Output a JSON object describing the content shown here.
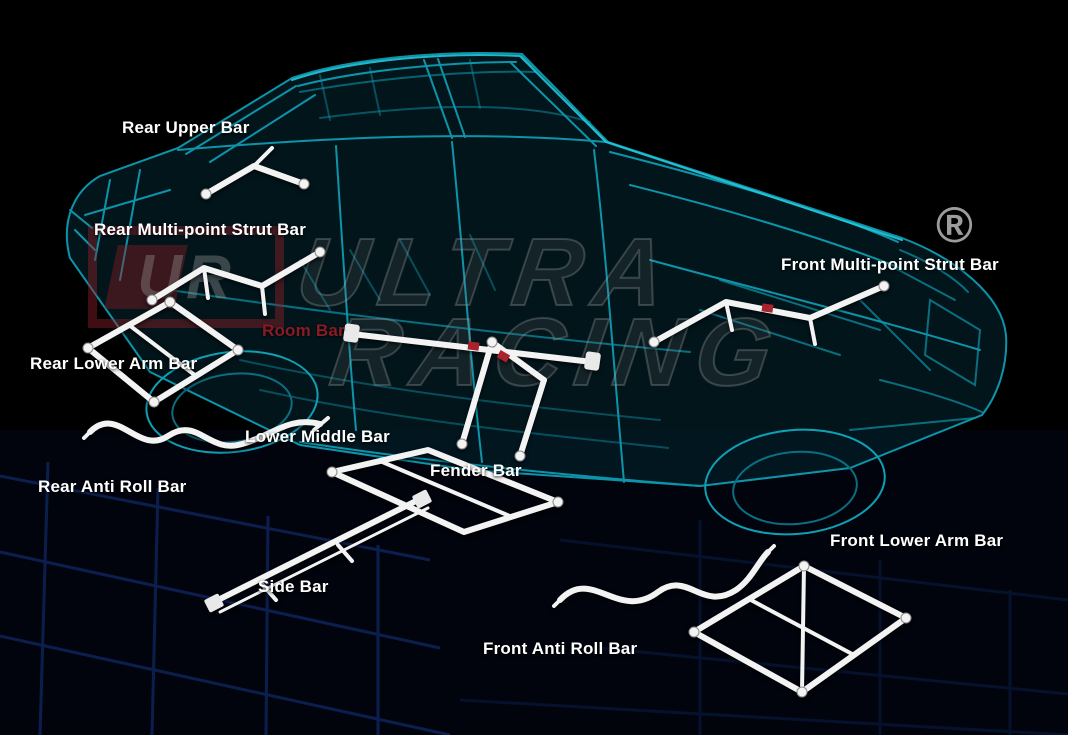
{
  "page": {
    "background": "#000000",
    "description": "Ultra Racing car chassis strengthening bars location diagram"
  },
  "watermark": {
    "line1": "ULTRA",
    "line2": "RACING",
    "logo_text": "UR",
    "registered_mark": "®"
  },
  "labels": {
    "rear_upper_bar": "Rear Upper Bar",
    "rear_multi_point_strut_bar": "Rear Multi-point Strut Bar",
    "front_multi_point_strut_bar": "Front Multi-point Strut Bar",
    "room_bar": "Room Bar",
    "rear_lower_arm_bar": "Rear Lower Arm Bar",
    "lower_middle_bar": "Lower Middle Bar",
    "fender_bar": "Fender Bar",
    "rear_anti_roll_bar": "Rear Anti Roll Bar",
    "front_lower_arm_bar": "Front Lower Arm Bar",
    "side_bar": "Side Bar",
    "front_anti_roll_bar": "Front Anti Roll Bar"
  },
  "colors": {
    "label_text": "#ffffff",
    "room_bar_label": "#8a1a24",
    "chassis_teal": "#0d94aa",
    "chassis_teal_bright": "#25c9de",
    "bar_white": "#f3f3f3",
    "platform_blue": "#16398f",
    "watermark_gray": "#8f8f8f",
    "registered_mark_gray": "#9c9c9c",
    "ur_sticker_red": "#a8232d"
  }
}
